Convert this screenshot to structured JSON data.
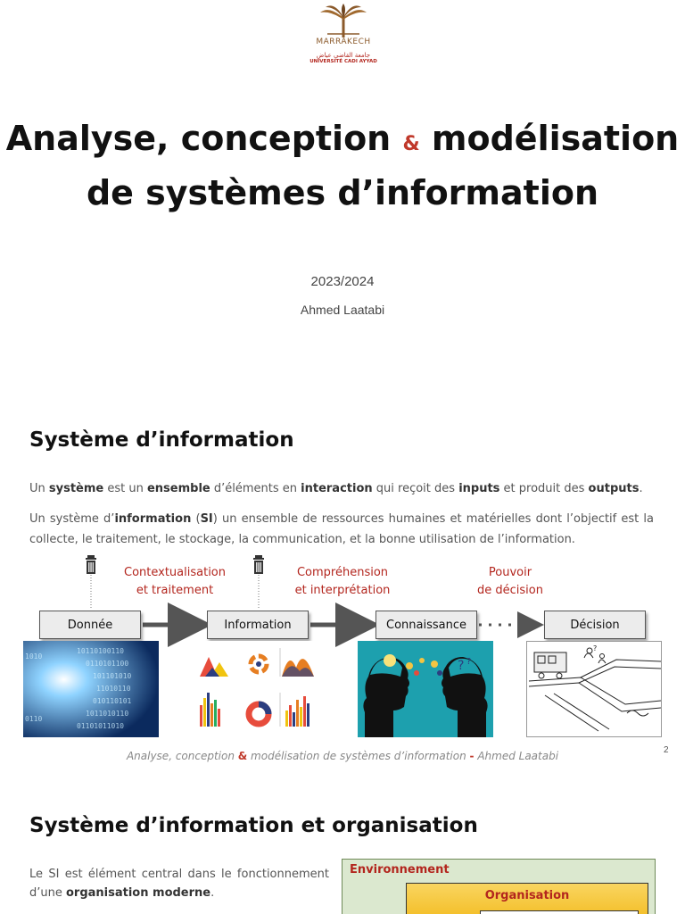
{
  "slide1": {
    "logo": {
      "city": "MARRAKECH",
      "arabic": "جامعة القاضي عياض",
      "university": "UNIVERSITÉ CADI AYYAD"
    },
    "title_part1": "Analyse, conception",
    "title_amp": "&",
    "title_part2": " modélisation",
    "title_line2": "de systèmes d’information",
    "year": "2023/2024",
    "author": "Ahmed Laatabi"
  },
  "slide2": {
    "title": "Système d’information",
    "p1": {
      "t1": "Un ",
      "b1": "système",
      "t2": " est un ",
      "b2": "ensemble",
      "t3": " d’éléments en ",
      "b3": "interaction",
      "t4": " qui reçoit des ",
      "b4": "inputs",
      "t5": " et produit des ",
      "b5": "outputs",
      "t6": "."
    },
    "p2": {
      "t1": "Un système d’",
      "b1": "information",
      "t2": " (",
      "b2": "SI",
      "t3": ") un ensemble de ressources humaines et matérielles dont l’objectif est la collecte, le traitement, le stockage, la communication, et la bonne utilisation de l’information."
    },
    "diagram": {
      "boxes": [
        "Donnée",
        "Information",
        "Connaissance",
        "Décision"
      ],
      "labels": [
        {
          "line1": "Contextualisation",
          "line2": "et traitement"
        },
        {
          "line1": "Compréhension",
          "line2": "et interprétation"
        },
        {
          "line1": "Pouvoir",
          "line2": "de décision"
        }
      ],
      "images": [
        "binary-data-image",
        "charts-image",
        "heads-knowledge-image",
        "decision-sketch-image"
      ]
    },
    "footer": {
      "part1": "Analyse, conception ",
      "amp": "&",
      "part2": " modélisation de systèmes d’information ",
      "dash": "-",
      "part3": " Ahmed Laatabi"
    },
    "page_number": "2"
  },
  "slide3": {
    "title": "Système d’information et organisation",
    "para": {
      "t1": "Le SI est élément central dans le fonctionnement d’une ",
      "b1": "organisation moderne",
      "t2": "."
    },
    "env_label": "Environnement",
    "org_label": "Organisation"
  },
  "colors": {
    "accent_red": "#b3261e",
    "ampersand": "#c0392b",
    "box_fill": "#ececec",
    "env_green": "#dbe8cf",
    "org_yellow": "#f2b818"
  }
}
